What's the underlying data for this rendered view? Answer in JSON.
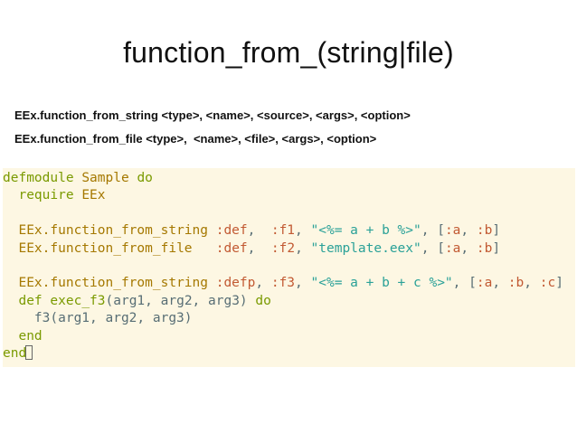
{
  "title": "function_from_(string|file)",
  "signatures": [
    "EEx.function_from_string <type>, <name>, <source>, <args>, <option>",
    "EEx.function_from_file <type>,  <name>, <file>, <args>, <option>"
  ],
  "code": {
    "l1": {
      "a": "defmodule",
      "b": " ",
      "c": "Sample",
      "d": " ",
      "e": "do"
    },
    "l2": {
      "a": "  ",
      "b": "require",
      "c": " ",
      "d": "EEx"
    },
    "l4": {
      "a": "  ",
      "b": "EEx.function_from_string",
      "c": " ",
      "d": ":def",
      "e": ",  ",
      "f": ":f1",
      "g": ", ",
      "h": "\"<%= a + b %>\"",
      "i": ", [",
      "j": ":a",
      "k": ", ",
      "l": ":b",
      "m": "]"
    },
    "l5": {
      "a": "  ",
      "b": "EEx.function_from_file",
      "c": "   ",
      "d": ":def",
      "e": ",  ",
      "f": ":f2",
      "g": ", ",
      "h": "\"template.eex\"",
      "i": ", [",
      "j": ":a",
      "k": ", ",
      "l": ":b",
      "m": "]"
    },
    "l7": {
      "a": "  ",
      "b": "EEx.function_from_string",
      "c": " ",
      "d": ":defp",
      "e": ", ",
      "f": ":f3",
      "g": ", ",
      "h": "\"<%= a + b + c %>\"",
      "i": ", [",
      "j": ":a",
      "k": ", ",
      "l": ":b",
      "m": ", ",
      "n": ":c",
      "o": "]"
    },
    "l8": {
      "a": "  ",
      "b": "def",
      "c": " ",
      "d": "exec_f3",
      "e": "(arg1, arg2, arg3) ",
      "f": "do"
    },
    "l9": {
      "a": "    ",
      "b": "f3(arg1, arg2, arg3)"
    },
    "l10": {
      "a": "  ",
      "b": "end"
    },
    "l11": {
      "a": "end"
    }
  },
  "colors": {
    "code_background": "#fdf7e3",
    "keyword": "#7a9a00",
    "module": "#a57800",
    "atom": "#c25a33",
    "string": "#2aa198",
    "plain": "#586e75"
  }
}
